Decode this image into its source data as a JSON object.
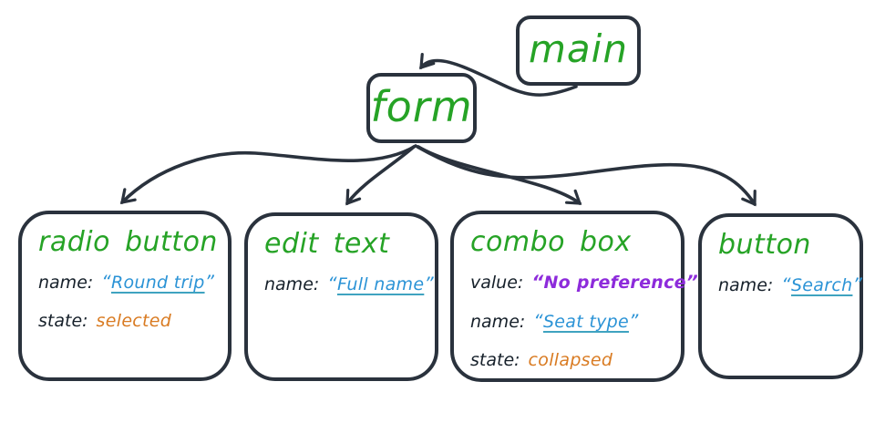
{
  "colors": {
    "background": "#ffffff",
    "stroke": "#2a323d",
    "title_green": "#26a326",
    "value_blue": "#2b93d6",
    "underline_teal": "#3fa3c0",
    "value_orange": "#d97b22",
    "value_purple": "#8d2bdb",
    "label_dark": "#16202a"
  },
  "nodes": {
    "main": {
      "title": "main"
    },
    "form": {
      "title": "form"
    },
    "radio": {
      "title": "radio button",
      "rows": [
        {
          "label": "name:",
          "open_quote": "“",
          "value": "Round trip",
          "close_quote": "”"
        },
        {
          "label": "state:",
          "value": "selected"
        }
      ]
    },
    "edit": {
      "title": "edit text",
      "rows": [
        {
          "label": "name:",
          "open_quote": "“",
          "value": "Full name",
          "close_quote": "”"
        }
      ]
    },
    "combo": {
      "title": "combo box",
      "rows": [
        {
          "label": "value:",
          "open_quote": "“",
          "value": "No preference",
          "close_quote": "”"
        },
        {
          "label": "name:",
          "open_quote": "“",
          "value": "Seat type",
          "close_quote": "”"
        },
        {
          "label": "state:",
          "value": "collapsed"
        }
      ]
    },
    "button": {
      "title": "button",
      "rows": [
        {
          "label": "name:",
          "open_quote": "“",
          "value": "Search",
          "close_quote": "”"
        }
      ]
    }
  },
  "edges": [
    {
      "from": "main",
      "to": "form"
    },
    {
      "from": "form",
      "to": "radio button"
    },
    {
      "from": "form",
      "to": "edit text"
    },
    {
      "from": "form",
      "to": "combo box"
    },
    {
      "from": "form",
      "to": "button"
    }
  ]
}
